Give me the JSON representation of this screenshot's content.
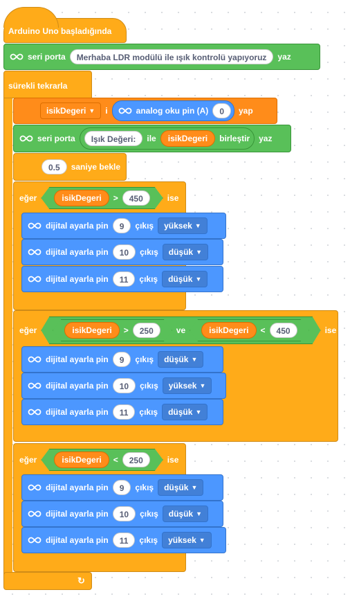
{
  "hat": {
    "label": "Arduino Uno başladığında"
  },
  "serial1": {
    "label": "seri porta",
    "text": "Merhaba LDR modülü ile ışık kontrolü yapıyoruz",
    "suffix": "yaz"
  },
  "forever": {
    "label": "sürekli tekrarla"
  },
  "setvar": {
    "variable": "isikDegeri",
    "mid": "i",
    "reporter": "analog oku pin (A)",
    "pin": "0",
    "suffix": "yap"
  },
  "serial2": {
    "label": "seri porta",
    "text": "Işık Değeri:",
    "join": "ile",
    "variable": "isikDegeri",
    "join_label": "birleştir",
    "suffix": "yaz"
  },
  "wait": {
    "value": "0.5",
    "label": "saniye bekle"
  },
  "if1": {
    "if_label": "eğer",
    "then_label": "ise",
    "variable": "isikDegeri",
    "op": ">",
    "value": "450",
    "rows": [
      {
        "label": "dijital ayarla pin",
        "pin": "9",
        "mid": "çıkış",
        "state": "yüksek"
      },
      {
        "label": "dijital ayarla pin",
        "pin": "10",
        "mid": "çıkış",
        "state": "düşük"
      },
      {
        "label": "dijital ayarla pin",
        "pin": "11",
        "mid": "çıkış",
        "state": "düşük"
      }
    ]
  },
  "if2": {
    "if_label": "eğer",
    "then_label": "ise",
    "and_label": "ve",
    "left": {
      "variable": "isikDegeri",
      "op": ">",
      "value": "250"
    },
    "right": {
      "variable": "isikDegeri",
      "op": "<",
      "value": "450"
    },
    "rows": [
      {
        "label": "dijital ayarla pin",
        "pin": "9",
        "mid": "çıkış",
        "state": "düşük"
      },
      {
        "label": "dijital ayarla pin",
        "pin": "10",
        "mid": "çıkış",
        "state": "yüksek"
      },
      {
        "label": "dijital ayarla pin",
        "pin": "11",
        "mid": "çıkış",
        "state": "düşük"
      }
    ]
  },
  "if3": {
    "if_label": "eğer",
    "then_label": "ise",
    "variable": "isikDegeri",
    "op": "<",
    "value": "250",
    "rows": [
      {
        "label": "dijital ayarla pin",
        "pin": "9",
        "mid": "çıkış",
        "state": "düşük"
      },
      {
        "label": "dijital ayarla pin",
        "pin": "10",
        "mid": "çıkış",
        "state": "düşük"
      },
      {
        "label": "dijital ayarla pin",
        "pin": "11",
        "mid": "çıkış",
        "state": "yüksek"
      }
    ]
  },
  "icons": {
    "arduino": "arduino-infinity-icon",
    "dropdown": "dropdown-triangle-icon",
    "loop": "loop-arrow-icon"
  },
  "colors": {
    "control": "#ffab19",
    "variable": "#ff8c1a",
    "operator": "#59c059",
    "pin": "#4c97ff"
  }
}
